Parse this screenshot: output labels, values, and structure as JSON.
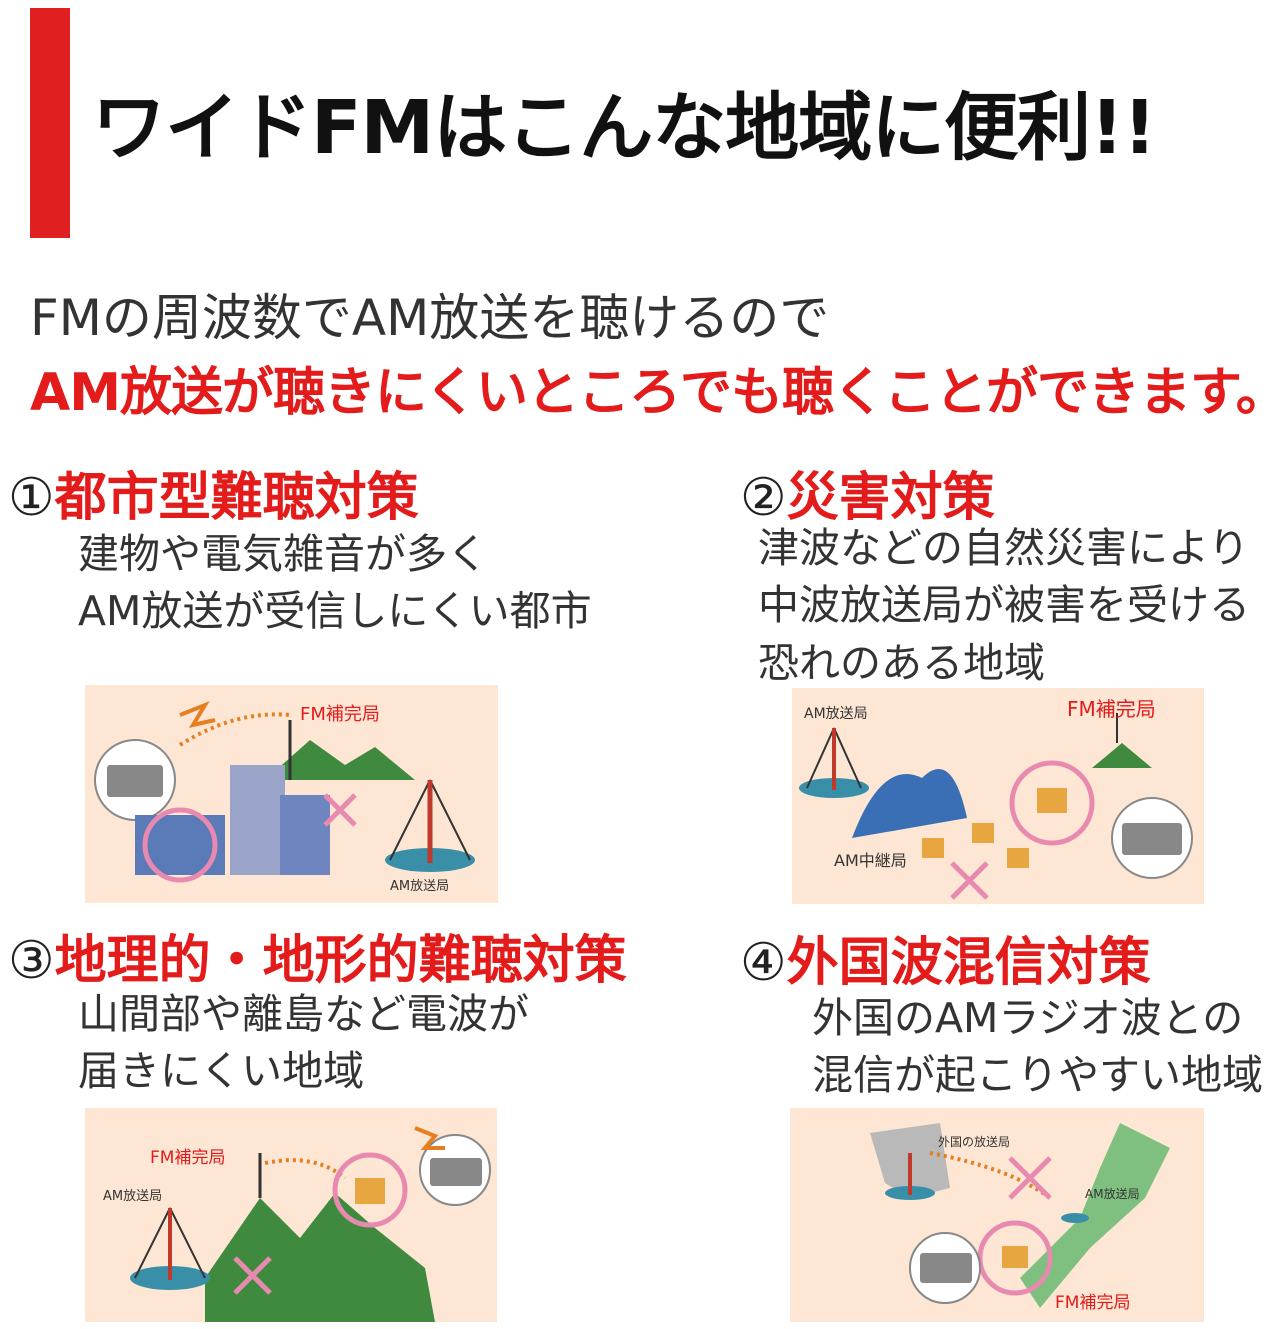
{
  "header": {
    "title": "ワイドFMはこんな地域に便利!!",
    "accent_color": "#e02020"
  },
  "intro": {
    "line1": "FMの周波数でAM放送を聴けるので",
    "line2": "AM放送が聴きにくいところでも聴くことができます。"
  },
  "sections": [
    {
      "number": "①",
      "title": "都市型難聴対策",
      "lines": [
        "建物や電気雑音が多く",
        "AM放送が受信しにくい都市"
      ],
      "labels": [
        "FM補完局",
        "AM放送局"
      ]
    },
    {
      "number": "②",
      "title": "災害対策",
      "lines": [
        "津波などの自然災害により",
        "中波放送局が被害を受ける",
        "恐れのある地域"
      ],
      "labels": [
        "AM放送局",
        "FM補完局",
        "AM中継局"
      ]
    },
    {
      "number": "③",
      "title": "地理的・地形的難聴対策",
      "lines": [
        "山間部や離島など電波が",
        "届きにくい地域"
      ],
      "labels": [
        "FM補完局",
        "AM放送局"
      ]
    },
    {
      "number": "④",
      "title": "外国波混信対策",
      "lines": [
        "外国のAMラジオ波との",
        "混信が起こりやすい地域"
      ],
      "labels": [
        "外国の放送局",
        "AM放送局",
        "FM補完局"
      ]
    }
  ],
  "colors": {
    "title_red": "#e31b1b",
    "illustration_bg": "#fde7d4",
    "mountain_green": "#3f8a3f",
    "tower_red": "#c0392b",
    "cross_pink": "#e88ab0"
  }
}
